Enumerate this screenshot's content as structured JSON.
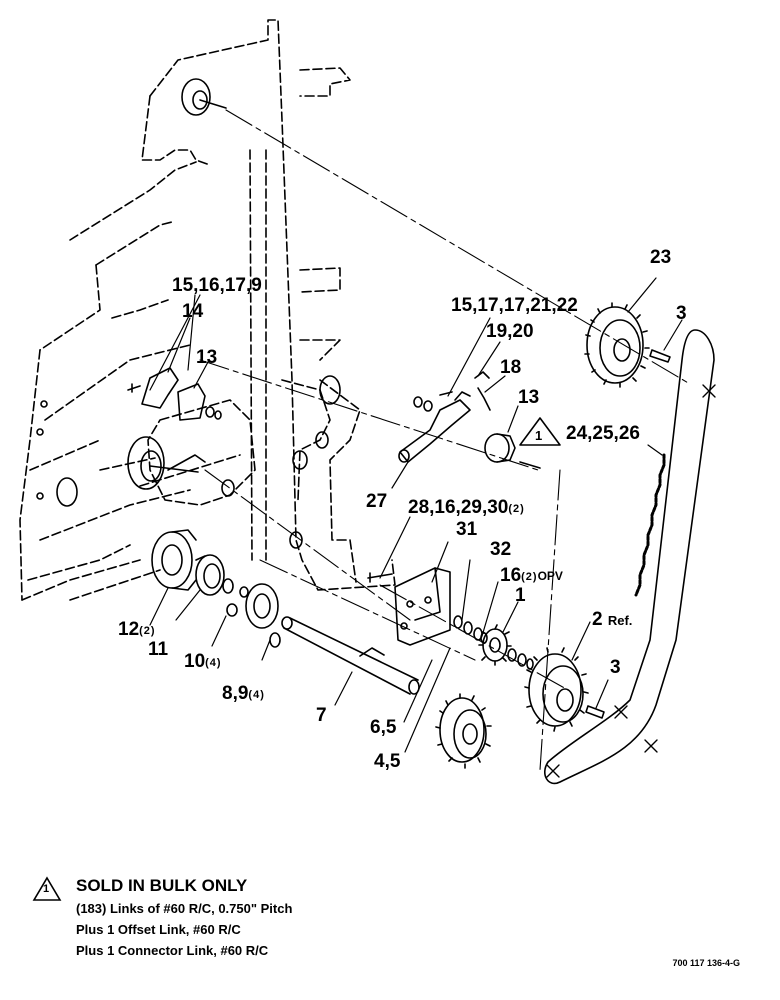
{
  "callouts": {
    "c_15_16_17_9": "15,16,17,9",
    "c_14": "14",
    "c_13_left": "13",
    "c_23": "23",
    "c_3_top": "3",
    "c_15_17_17_21_22": "15,17,17,21,22",
    "c_19_20": "19,20",
    "c_18": "18",
    "c_13_right": "13",
    "c_24_25_26_num": "1",
    "c_24_25_26": "24,25,26",
    "c_27": "27",
    "c_28_16_29_30": "28,16,29,30",
    "c_28_16_29_30_sub": "(2)",
    "c_31": "31",
    "c_32": "32",
    "c_16_opv": "16",
    "c_16_opv_sub": "(2)",
    "c_16_opv_tail": "OPV",
    "c_1": "1",
    "c_2_ref": "2",
    "c_2_ref_tail": "Ref.",
    "c_3_bottom": "3",
    "c_12": "12",
    "c_12_sub": "(2)",
    "c_11": "11",
    "c_10": "10",
    "c_10_sub": "(4)",
    "c_8_9": "8,9",
    "c_8_9_sub": "(4)",
    "c_7": "7",
    "c_6_5": "6,5",
    "c_4_5": "4,5"
  },
  "note": {
    "marker": "1",
    "title": "SOLD IN BULK ONLY",
    "lines": [
      "(183) Links of #60 R/C, 0.750\" Pitch",
      "Plus 1 Offset Link, #60 R/C",
      "Plus 1 Connector Link, #60 R/C"
    ]
  },
  "figure_number": "700 117 136-4-G"
}
